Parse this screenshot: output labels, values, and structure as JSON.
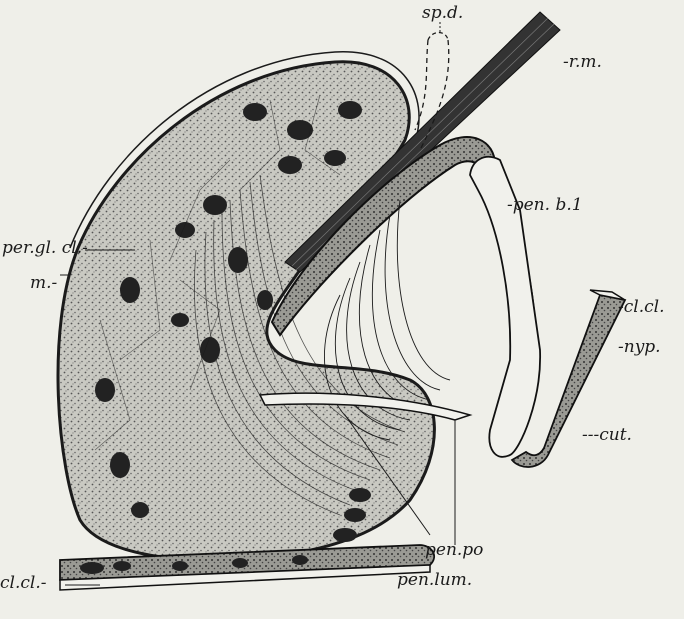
{
  "labels": {
    "spd": "sp.d.",
    "rm": "-r.m.",
    "pen_b1": "-pen. b.1",
    "per_gl_cl": "per.gl. cl.-",
    "m": "m.-",
    "cl_cl_right": "-cl.cl.",
    "nyp": "-nyp.",
    "cut": "---cut.",
    "pen_po": "pen.po",
    "pen_lum": "pen.lum.",
    "cl_cl_left": "cl.cl.-"
  },
  "colors": {
    "background": "#efefe9",
    "ink": "#1b1b1b",
    "stipple": "#bdbdb5"
  }
}
